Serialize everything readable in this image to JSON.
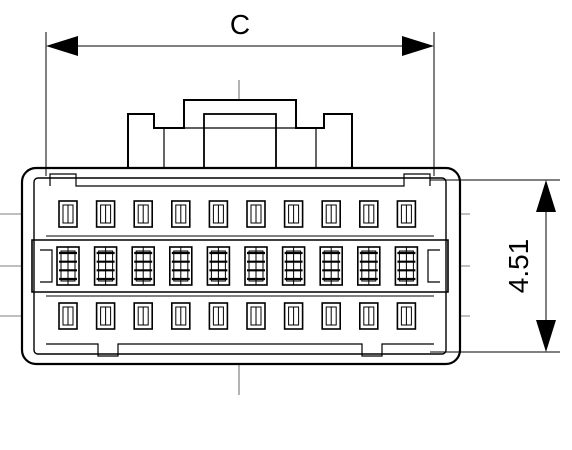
{
  "drawing": {
    "dimension_width_label": "C",
    "dimension_height_label": "4.51",
    "contact_rows": 3,
    "contacts_per_row": 10
  }
}
